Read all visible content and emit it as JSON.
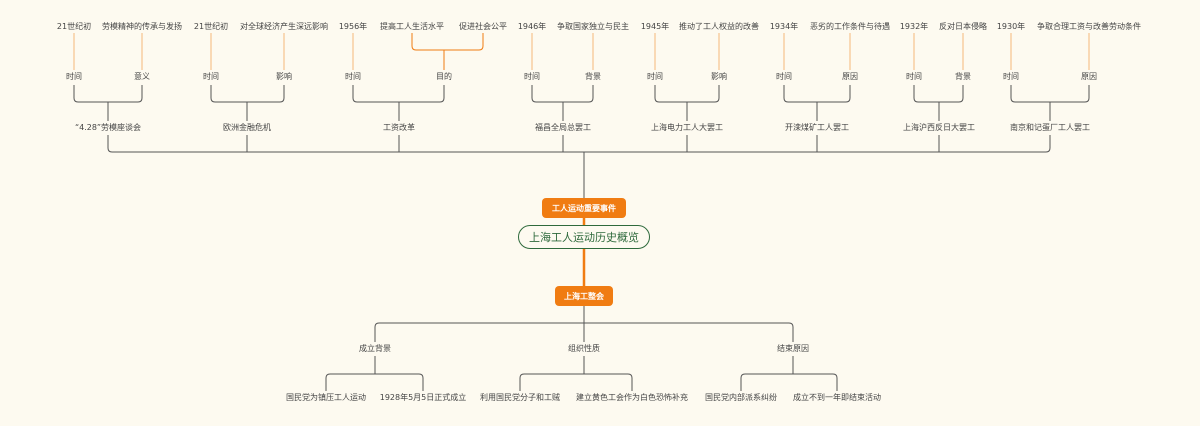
{
  "root": {
    "label": "上海工人运动历史概览"
  },
  "colors": {
    "line": "#555555",
    "accent": "#f07c12",
    "leaf": "#f5b87a",
    "root": "#2f6a3c"
  },
  "events_branch": {
    "label": "工人运动重要事件",
    "events": [
      {
        "name": "“4.28”劳模座谈会",
        "aspects": [
          {
            "label": "时间",
            "value": "21世纪初"
          },
          {
            "label": "意义",
            "value": "劳模精神的传承与发扬"
          }
        ]
      },
      {
        "name": "欧洲金融危机",
        "aspects": [
          {
            "label": "时间",
            "value": "21世纪初"
          },
          {
            "label": "影响",
            "value": "对全球经济产生深远影响"
          }
        ]
      },
      {
        "name": "工资改革",
        "aspects": [
          {
            "label": "时间",
            "value": "1956年"
          },
          {
            "label": "目的",
            "values": [
              "提高工人生活水平",
              "促进社会公平"
            ]
          }
        ]
      },
      {
        "name": "福昌全局总罢工",
        "aspects": [
          {
            "label": "时间",
            "value": "1946年"
          },
          {
            "label": "背景",
            "value": "争取国家独立与民主"
          }
        ]
      },
      {
        "name": "上海电力工人大罢工",
        "aspects": [
          {
            "label": "时间",
            "value": "1945年"
          },
          {
            "label": "影响",
            "value": "推动了工人权益的改善"
          }
        ]
      },
      {
        "name": "开滦煤矿工人罢工",
        "aspects": [
          {
            "label": "时间",
            "value": "1934年"
          },
          {
            "label": "原因",
            "value": "恶劣的工作条件与待遇"
          }
        ]
      },
      {
        "name": "上海沪西反日大罢工",
        "aspects": [
          {
            "label": "时间",
            "value": "1932年"
          },
          {
            "label": "背景",
            "value": "反对日本侵略"
          }
        ]
      },
      {
        "name": "南京和记蛋厂工人罢工",
        "aspects": [
          {
            "label": "时间",
            "value": "1930年"
          },
          {
            "label": "原因",
            "value": "争取合理工资与改善劳动条件"
          }
        ]
      }
    ]
  },
  "union_branch": {
    "label": "上海工整会",
    "topics": [
      {
        "name": "成立背景",
        "items": [
          "国民党为镇压工人运动",
          "1928年5月5日正式成立"
        ]
      },
      {
        "name": "组织性质",
        "items": [
          "利用国民党分子和工贼",
          "建立黄色工会作为白色恐怖补充"
        ]
      },
      {
        "name": "结束原因",
        "items": [
          "国民党内部派系纠纷",
          "成立不到一年即结束活动"
        ]
      }
    ]
  }
}
